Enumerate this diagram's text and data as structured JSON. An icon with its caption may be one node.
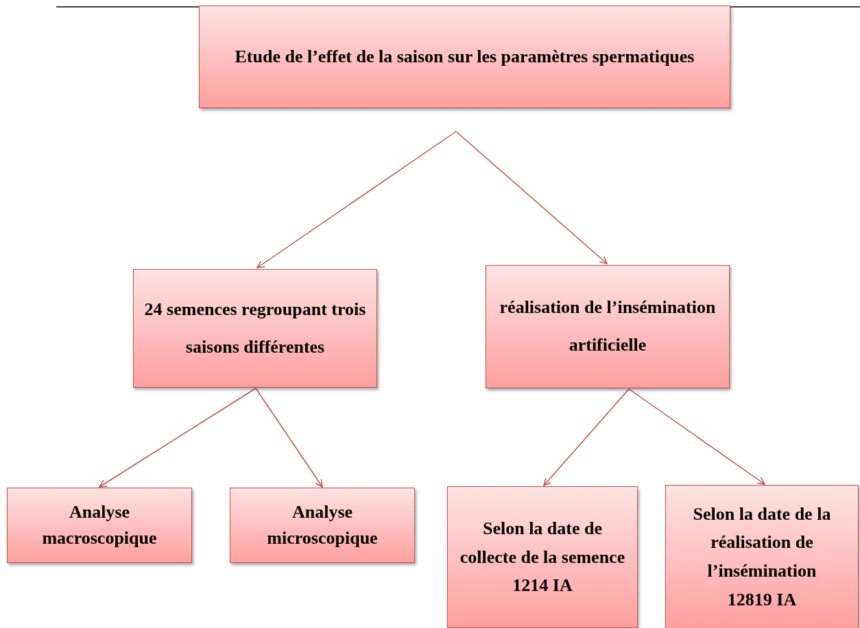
{
  "diagram": {
    "nodes": [
      {
        "text": [
          "Etude de l’effet de la saison sur les paramètres spermatiques"
        ]
      },
      {
        "text": [
          "24 semences regroupant trois saisons différentes"
        ]
      },
      {
        "text": [
          "réalisation de l’insémination artificielle"
        ]
      },
      {
        "text": [
          "Analyse macroscopique"
        ]
      },
      {
        "text": [
          "Analyse microscopique"
        ]
      },
      {
        "text": [
          "Selon la date de collecte de la semence",
          "1214 IA"
        ]
      },
      {
        "text": [
          "Selon la date de la réalisation de l’insémination",
          "12819 IA"
        ]
      }
    ],
    "edges": [
      {
        "from": 0,
        "to": 1,
        "arrow": "to"
      },
      {
        "from": 0,
        "to": 2,
        "arrow": "to"
      },
      {
        "from": 1,
        "to": 3,
        "arrow": "to"
      },
      {
        "from": 1,
        "to": 4,
        "arrow": "to"
      },
      {
        "from": 2,
        "to": 5,
        "arrow": "to"
      },
      {
        "from": 2,
        "to": 6,
        "arrow": "to"
      }
    ]
  }
}
